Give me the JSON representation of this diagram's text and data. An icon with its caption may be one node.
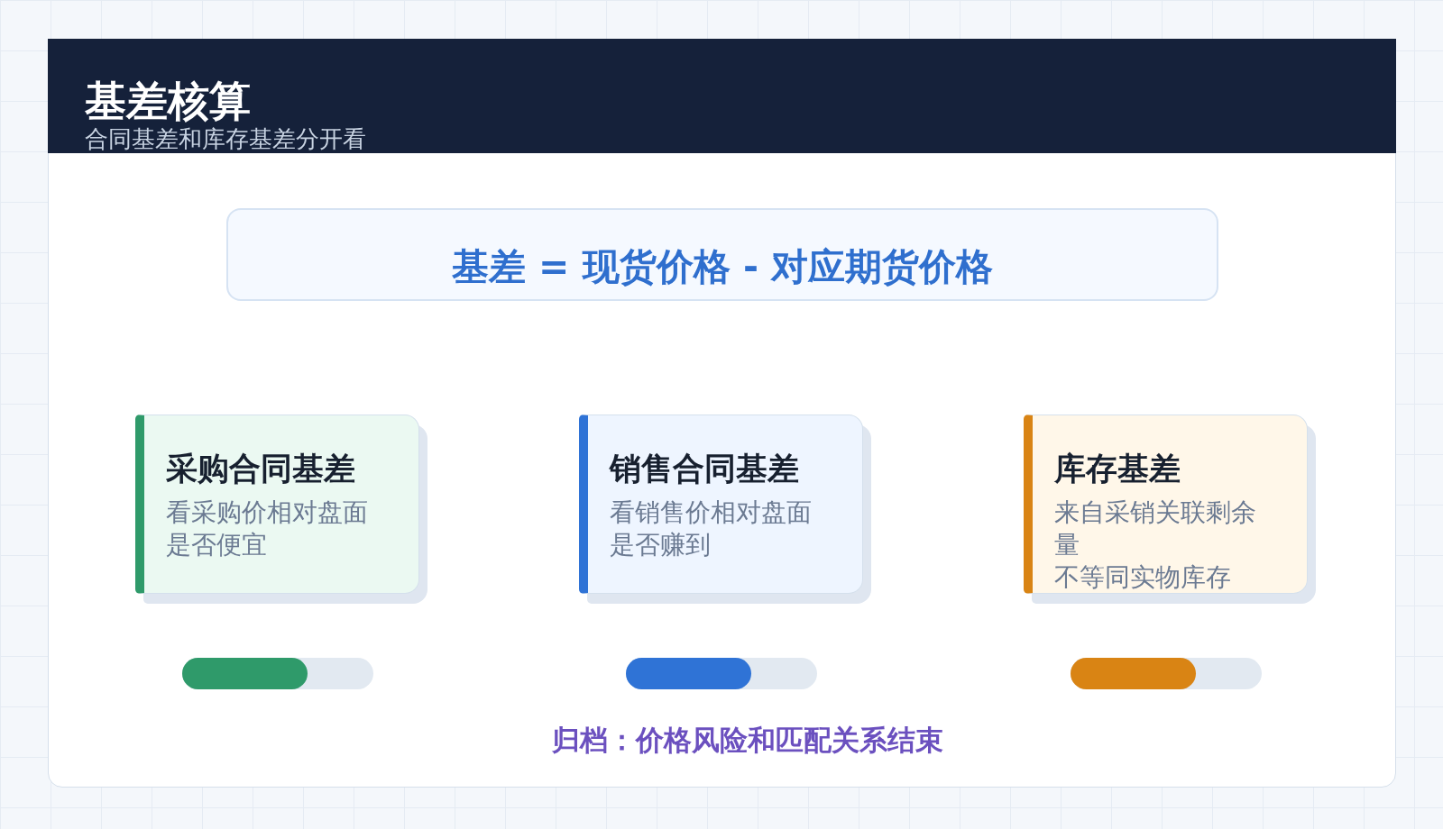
{
  "diagram": {
    "title": "基差核算",
    "nodes": [
      {
        "text": [
          "基差 = 现货价格 - 对应期货价格"
        ]
      },
      {
        "text": [
          "采购合同基差",
          "看采购价相对盘面是否便宜"
        ]
      },
      {
        "text": [
          "销售合同基差",
          "看销售价相对盘面是否赚到"
        ]
      },
      {
        "text": [
          "库存基差",
          "来自采销关联剩余量",
          "不等同实物库存"
        ]
      }
    ],
    "labels": [
      "合同基差和库存基差分开看",
      "归档：价格风险和匹配关系结束"
    ]
  }
}
